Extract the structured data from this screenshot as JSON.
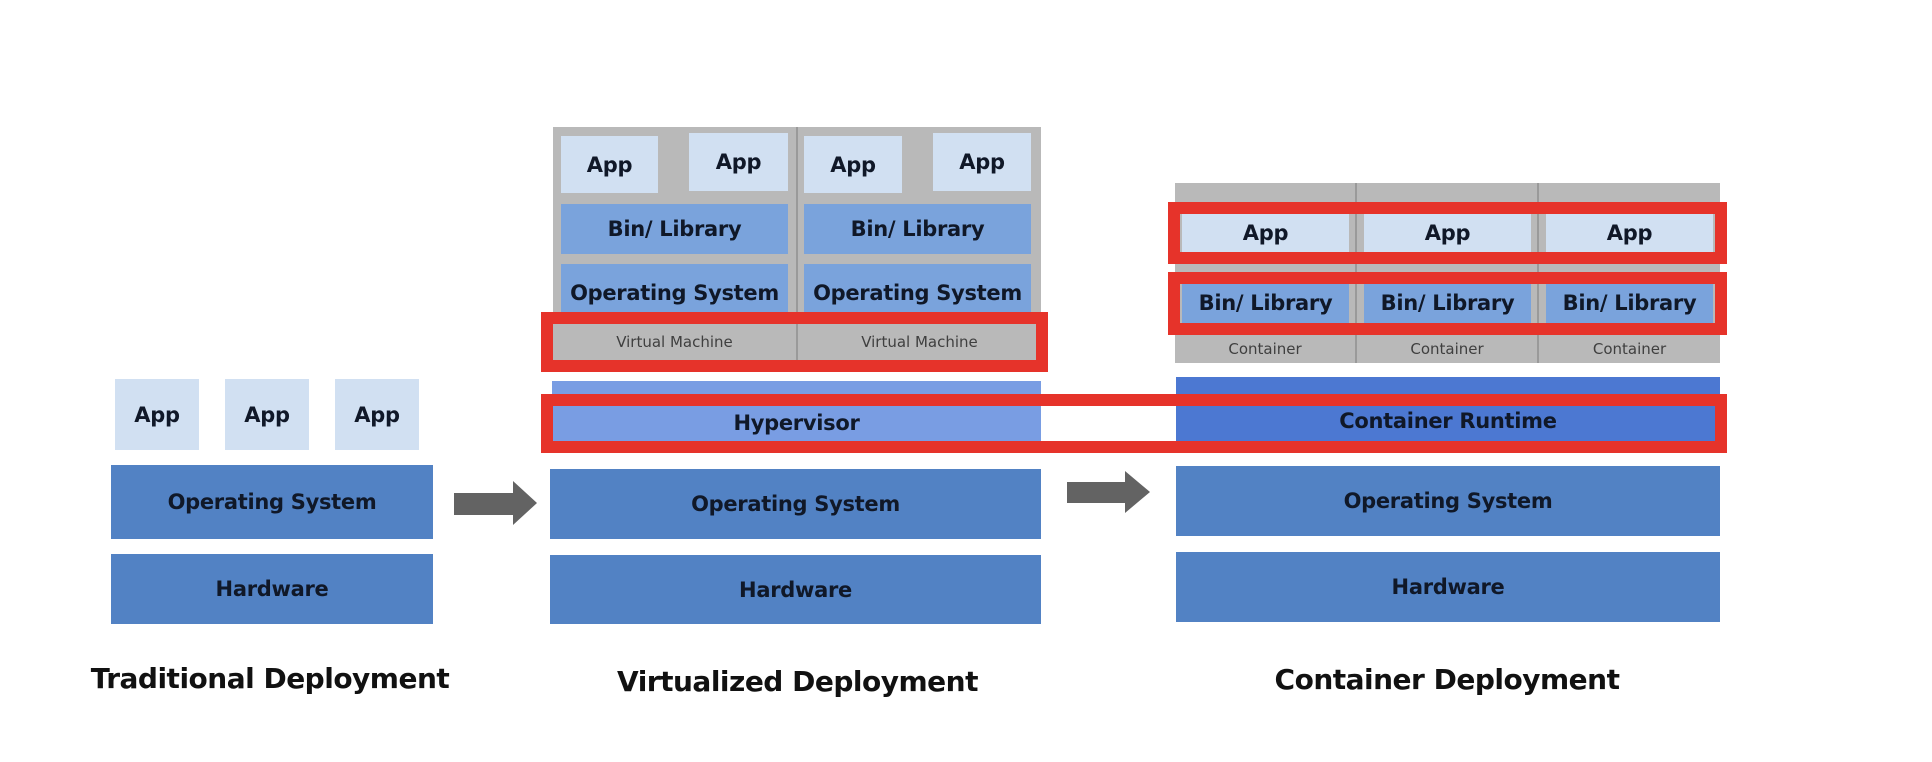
{
  "colors": {
    "app": "#d1e0f2",
    "bin_library": "#7aa3dc",
    "os_hardware": "#5282c4",
    "hypervisor": "#799de3",
    "container_runtime": "#4c78d2",
    "vm_container_frame": "#b9b9b9",
    "highlight": "#e6332a",
    "arrow": "#636363"
  },
  "traditional": {
    "title": "Traditional Deployment",
    "apps": [
      "App",
      "App",
      "App"
    ],
    "os": "Operating System",
    "hardware": "Hardware"
  },
  "virtualized": {
    "title": "Virtualized Deployment",
    "vms": [
      {
        "apps": [
          "App",
          "App"
        ],
        "bin_library": "Bin/ Library",
        "os": "Operating System",
        "label": "Virtual Machine"
      },
      {
        "apps": [
          "App",
          "App"
        ],
        "bin_library": "Bin/ Library",
        "os": "Operating System",
        "label": "Virtual Machine"
      }
    ],
    "hypervisor": "Hypervisor",
    "os": "Operating System",
    "hardware": "Hardware"
  },
  "container": {
    "title": "Container Deployment",
    "containers": [
      {
        "app": "App",
        "bin_library": "Bin/ Library",
        "label": "Container"
      },
      {
        "app": "App",
        "bin_library": "Bin/ Library",
        "label": "Container"
      },
      {
        "app": "App",
        "bin_library": "Bin/ Library",
        "label": "Container"
      }
    ],
    "runtime": "Container Runtime",
    "os": "Operating System",
    "hardware": "Hardware"
  },
  "arrows": [
    "arrow-right-icon",
    "arrow-right-icon"
  ]
}
